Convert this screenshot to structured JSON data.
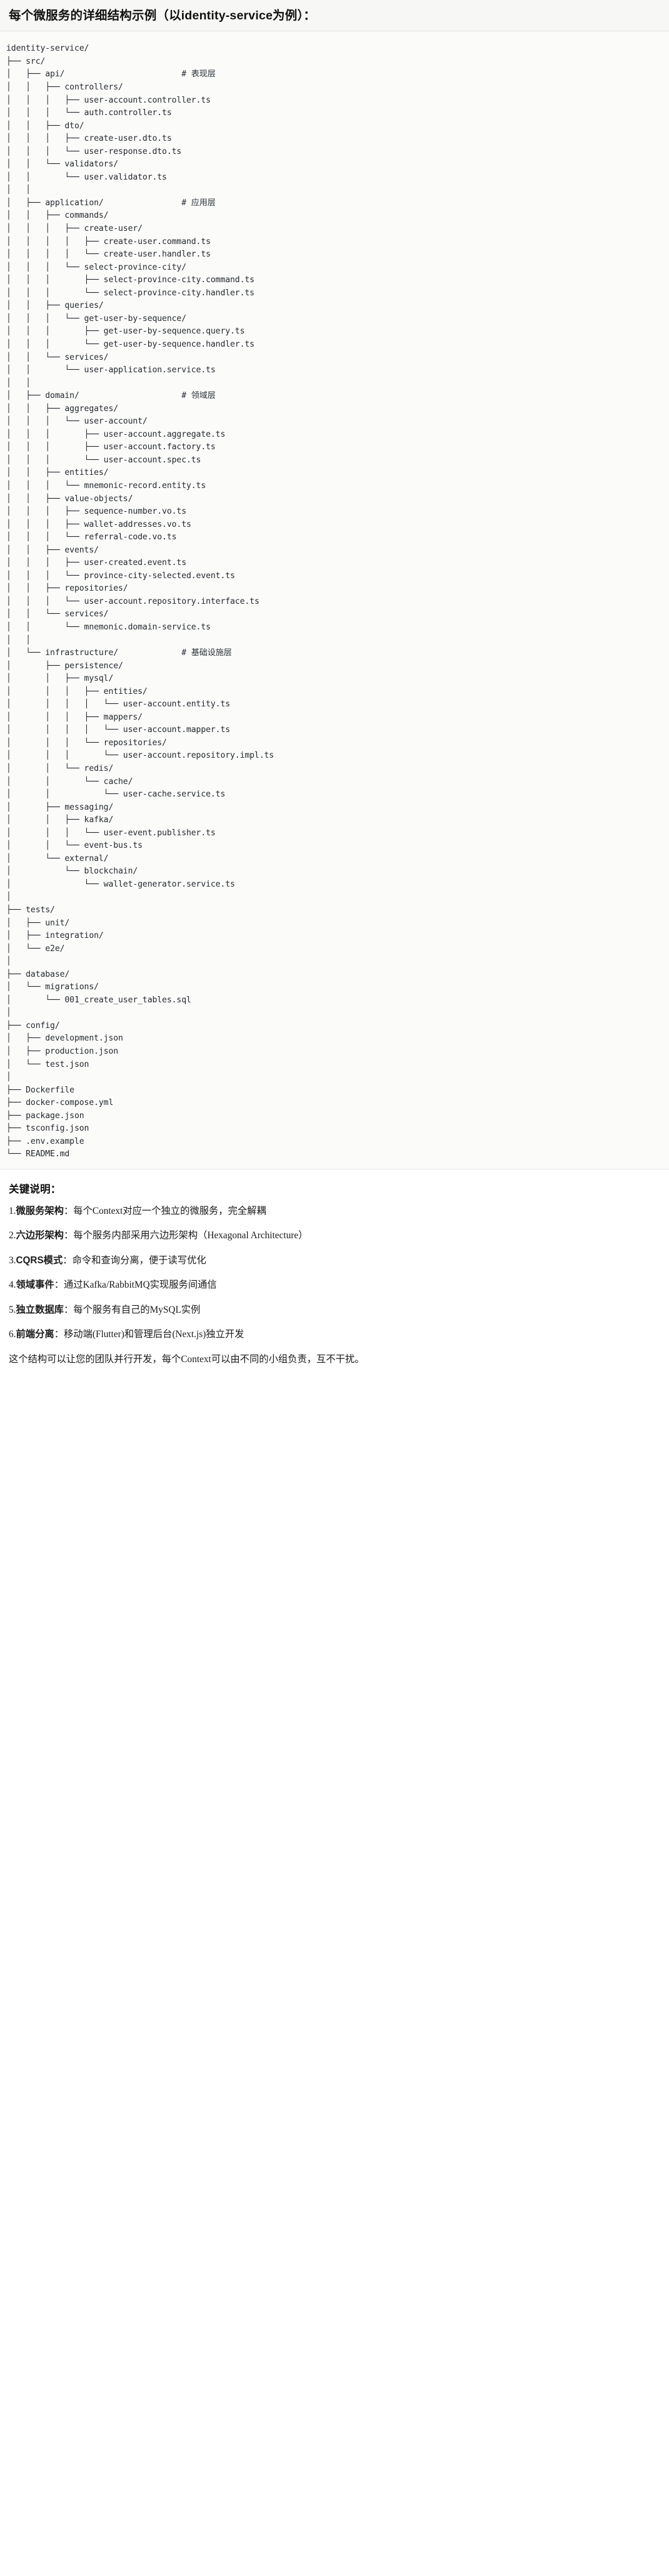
{
  "header": {
    "title": "每个微服务的详细结构示例（以identity-service为例）："
  },
  "tree": {
    "root": "identity-service/",
    "lines": [
      "identity-service/",
      "├── src/",
      "│   ├── api/                        # 表现层",
      "│   │   ├── controllers/",
      "│   │   │   ├── user-account.controller.ts",
      "│   │   │   └── auth.controller.ts",
      "│   │   ├── dto/",
      "│   │   │   ├── create-user.dto.ts",
      "│   │   │   └── user-response.dto.ts",
      "│   │   └── validators/",
      "│   │       └── user.validator.ts",
      "│   │",
      "│   ├── application/                # 应用层",
      "│   │   ├── commands/",
      "│   │   │   ├── create-user/",
      "│   │   │   │   ├── create-user.command.ts",
      "│   │   │   │   └── create-user.handler.ts",
      "│   │   │   └── select-province-city/",
      "│   │   │       ├── select-province-city.command.ts",
      "│   │   │       └── select-province-city.handler.ts",
      "│   │   ├── queries/",
      "│   │   │   └── get-user-by-sequence/",
      "│   │   │       ├── get-user-by-sequence.query.ts",
      "│   │   │       └── get-user-by-sequence.handler.ts",
      "│   │   └── services/",
      "│   │       └── user-application.service.ts",
      "│   │",
      "│   ├── domain/                     # 领域层",
      "│   │   ├── aggregates/",
      "│   │   │   └── user-account/",
      "│   │   │       ├── user-account.aggregate.ts",
      "│   │   │       ├── user-account.factory.ts",
      "│   │   │       └── user-account.spec.ts",
      "│   │   ├── entities/",
      "│   │   │   └── mnemonic-record.entity.ts",
      "│   │   ├── value-objects/",
      "│   │   │   ├── sequence-number.vo.ts",
      "│   │   │   ├── wallet-addresses.vo.ts",
      "│   │   │   └── referral-code.vo.ts",
      "│   │   ├── events/",
      "│   │   │   ├── user-created.event.ts",
      "│   │   │   └── province-city-selected.event.ts",
      "│   │   ├── repositories/",
      "│   │   │   └── user-account.repository.interface.ts",
      "│   │   └── services/",
      "│   │       └── mnemonic.domain-service.ts",
      "│   │",
      "│   └── infrastructure/             # 基础设施层",
      "│       ├── persistence/",
      "│       │   ├── mysql/",
      "│       │   │   ├── entities/",
      "│       │   │   │   └── user-account.entity.ts",
      "│       │   │   ├── mappers/",
      "│       │   │   │   └── user-account.mapper.ts",
      "│       │   │   └── repositories/",
      "│       │   │       └── user-account.repository.impl.ts",
      "│       │   └── redis/",
      "│       │       └── cache/",
      "│       │           └── user-cache.service.ts",
      "│       ├── messaging/",
      "│       │   ├── kafka/",
      "│       │   │   └── user-event.publisher.ts",
      "│       │   └── event-bus.ts",
      "│       └── external/",
      "│           └── blockchain/",
      "│               └── wallet-generator.service.ts",
      "│",
      "├── tests/",
      "│   ├── unit/",
      "│   ├── integration/",
      "│   └── e2e/",
      "│",
      "├── database/",
      "│   └── migrations/",
      "│       └── 001_create_user_tables.sql",
      "│",
      "├── config/",
      "│   ├── development.json",
      "│   ├── production.json",
      "│   └── test.json",
      "│",
      "├── Dockerfile",
      "├── docker-compose.yml",
      "├── package.json",
      "├── tsconfig.json",
      "├── .env.example",
      "└── README.md"
    ],
    "layer_comments": [
      "# 表现层",
      "# 应用层",
      "# 领域层",
      "# 基础设施层"
    ]
  },
  "notes": {
    "title": "关键说明：",
    "items": [
      {
        "num": "1.",
        "term": "微服务架构",
        "body": "：每个Context对应一个独立的微服务，完全解耦"
      },
      {
        "num": "2.",
        "term": "六边形架构",
        "body": "：每个服务内部采用六边形架构（Hexagonal Architecture）"
      },
      {
        "num": "3.",
        "term": "CQRS模式",
        "body": "：命令和查询分离，便于读写优化"
      },
      {
        "num": "4.",
        "term": "领域事件",
        "body": "：通过Kafka/RabbitMQ实现服务间通信"
      },
      {
        "num": "5.",
        "term": "独立数据库",
        "body": "：每个服务有自己的MySQL实例"
      },
      {
        "num": "6.",
        "term": "前端分离",
        "body": "：移动端(Flutter)和管理后台(Next.js)独立开发"
      }
    ],
    "closing": "这个结构可以让您的团队并行开发，每个Context可以由不同的小组负责，互不干扰。"
  }
}
